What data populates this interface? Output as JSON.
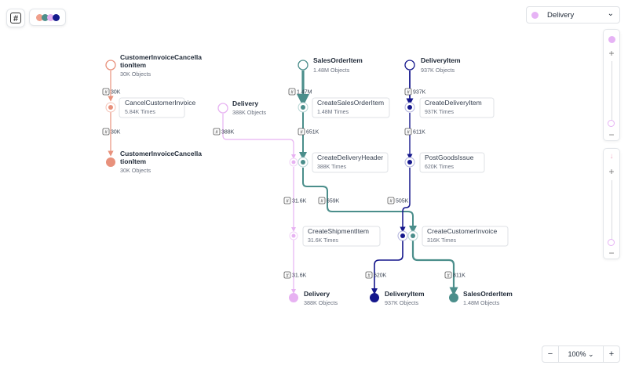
{
  "toolbar": {
    "hash_icon": "#",
    "legend_colors": [
      "#f0a08c",
      "#4e8f8c",
      "#e3b0f0",
      "#141a8c"
    ]
  },
  "filter": {
    "selected": "Delivery",
    "swatch_color": "#e6b3f5"
  },
  "zoom": {
    "minus": "−",
    "value": "100%",
    "plus": "+"
  },
  "slider1": {
    "color": "#e6b3f5",
    "plus": "+",
    "minus": "−"
  },
  "slider2": {
    "color": "#f1c0d0",
    "plus": "+",
    "minus": "−",
    "arrow": "↓"
  },
  "colors": {
    "cancellation": "#e8917c",
    "sales": "#4b8e8b",
    "deliveryItem": "#15178c",
    "delivery": "#e7b2f2"
  },
  "objects": [
    {
      "id": "cancel-start",
      "name1": "CustomerInvoiceCancella",
      "name2": "tionItem",
      "sub": "30K Objects"
    },
    {
      "id": "sales-start",
      "name1": "SalesOrderItem",
      "name2": "",
      "sub": "1.48M Objects"
    },
    {
      "id": "ditem-start",
      "name1": "DeliveryItem",
      "name2": "",
      "sub": "937K Objects"
    },
    {
      "id": "delivery-start",
      "name1": "Delivery",
      "name2": "",
      "sub": "388K Objects"
    },
    {
      "id": "cancel-end",
      "name1": "CustomerInvoiceCancella",
      "name2": "tionItem",
      "sub": "30K Objects"
    },
    {
      "id": "delivery-end",
      "name1": "Delivery",
      "name2": "",
      "sub": "388K Objects"
    },
    {
      "id": "ditem-end",
      "name1": "DeliveryItem",
      "name2": "",
      "sub": "937K Objects"
    },
    {
      "id": "sales-end",
      "name1": "SalesOrderItem",
      "name2": "",
      "sub": "1.48M Objects"
    }
  ],
  "activities": [
    {
      "id": "cancel-act",
      "name": "CancelCustomerInvoice",
      "sub": "5.84K Times"
    },
    {
      "id": "create-so",
      "name": "CreateSalesOrderItem",
      "sub": "1.48M Times"
    },
    {
      "id": "create-del",
      "name": "CreateDeliveryItem",
      "sub": "937K Times"
    },
    {
      "id": "create-dh",
      "name": "CreateDeliveryHeader",
      "sub": "388K Times"
    },
    {
      "id": "post-gi",
      "name": "PostGoodsIssue",
      "sub": "620K Times"
    },
    {
      "id": "create-ship",
      "name": "CreateShipmentItem",
      "sub": "31.6K Times"
    },
    {
      "id": "create-ci",
      "name": "CreateCustomerInvoice",
      "sub": "316K Times"
    }
  ],
  "edge_labels": [
    "30K",
    "30K",
    "1.47M",
    "651K",
    "937K",
    "611K",
    "388K",
    "31.6K",
    "659K",
    "505K",
    "31.6K",
    "620K",
    "811K"
  ]
}
